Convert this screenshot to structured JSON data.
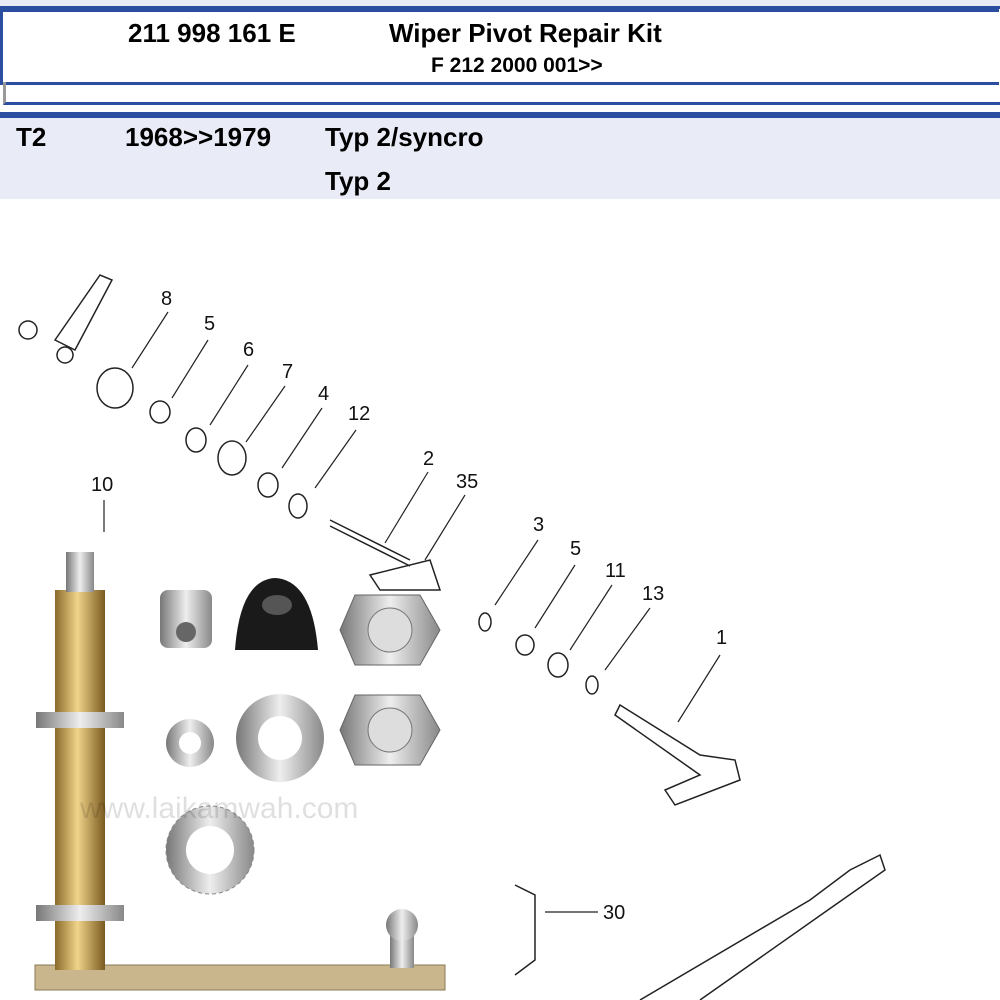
{
  "header": {
    "part_number": "211 998 161 E",
    "title": "Wiper Pivot Repair Kit",
    "chassis_from": "F 212 2000 001>>"
  },
  "vehicle": {
    "model": "T2",
    "years": "1968>>1979",
    "types": [
      "Typ 2/syncro",
      "Typ 2"
    ]
  },
  "diagram": {
    "callouts": [
      "8",
      "5",
      "6",
      "7",
      "4",
      "12",
      "2",
      "35",
      "3",
      "5",
      "11",
      "13",
      "1",
      "10",
      "30"
    ],
    "watermark": "www.laikamwah.com"
  }
}
